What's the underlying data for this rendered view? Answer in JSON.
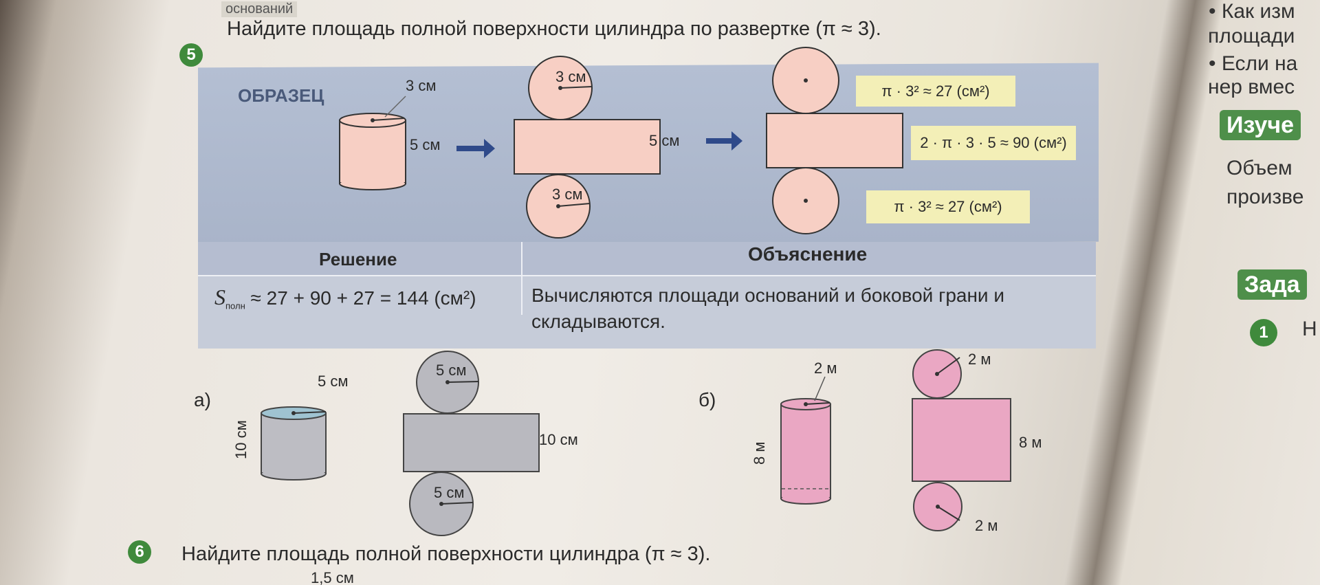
{
  "header_fragment": "оснований",
  "task5": {
    "number": "5",
    "text": "Найдите площадь полной поверхности цилиндра по развертке (π ≈ 3)."
  },
  "sample": {
    "label": "ОБРАЗЕЦ",
    "radius_label": "3 см",
    "height_label": "5 см",
    "net_top_radius": "3 см",
    "net_bottom_radius": "3 см",
    "net_height": "5 см",
    "formula_top": "π · 3² ≈ 27 (см²)",
    "formula_side": "2 · π · 3 · 5 ≈ 90 (см²)",
    "formula_bottom": "π · 3² ≈ 27 (см²)"
  },
  "table": {
    "col1_header": "Решение",
    "col2_header": "Объяснение",
    "solution_s": "S",
    "solution_sub": "полн",
    "solution_rest": " ≈ 27 + 90 + 27 = 144 (см²)",
    "explanation_line1": "Вычисляются площади оснований и боковой грани и",
    "explanation_line2": "складываются."
  },
  "part_a": {
    "label": "а)",
    "radius": "5 см",
    "height": "10 см",
    "net_top": "5 см",
    "net_height": "10 см",
    "net_bottom": "5 см"
  },
  "part_b": {
    "label": "б)",
    "radius": "2 м",
    "height": "8 м",
    "net_top": "2 м",
    "net_height": "8 м",
    "net_bottom": "2 м"
  },
  "task6": {
    "number": "6",
    "text": "Найдите площадь полной поверхности цилиндра (π ≈ 3).",
    "fragment": "1,5 см"
  },
  "right_column": {
    "line1": "• Как изм",
    "line2": "площади",
    "line3": "• Если на",
    "line4": "нер вмес",
    "badge1": "Изуче",
    "line5": "Объем",
    "line6": "произве",
    "badge2": "Зада",
    "badge3": "1",
    "line7": "Н"
  },
  "colors": {
    "band": "#aab5ca",
    "pink": "#f4c9c0",
    "magenta": "#e9a2c0",
    "gray": "#b9b9bf",
    "green": "#3f8a3c",
    "yellow": "#f3efb7"
  }
}
